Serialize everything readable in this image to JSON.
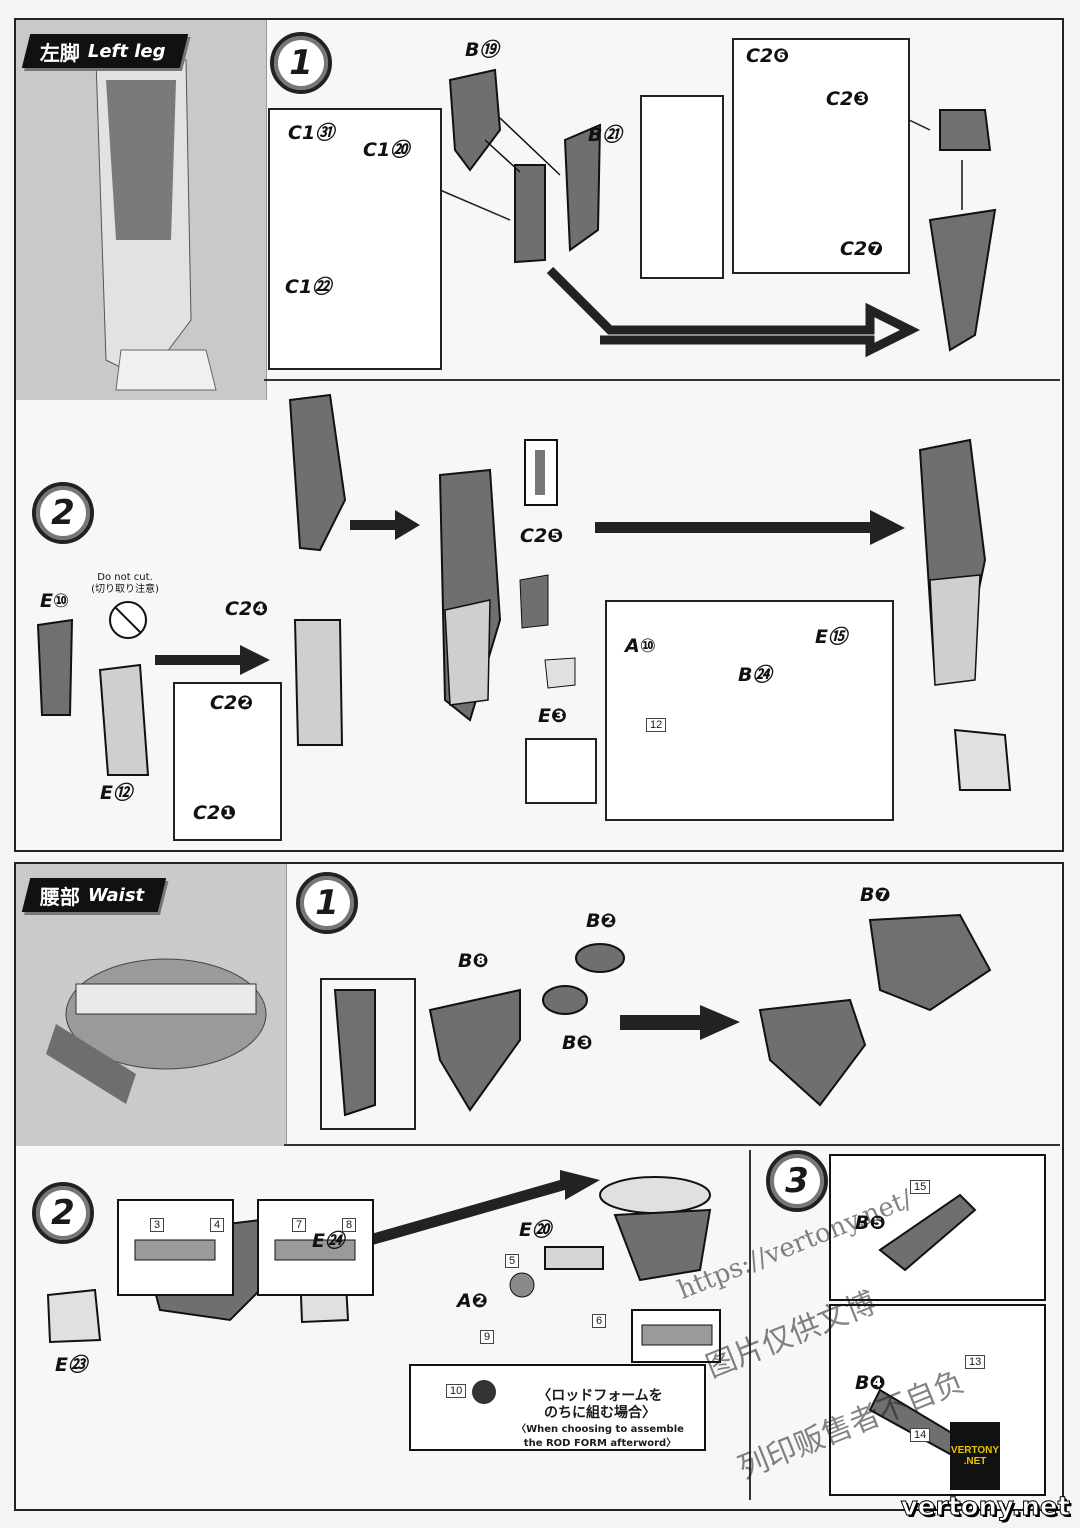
{
  "sections": {
    "leg": {
      "title_jp": "左脚",
      "title_en": "Left leg"
    },
    "waist": {
      "title_jp": "腰部",
      "title_en": "Waist"
    }
  },
  "steps": {
    "one": "1",
    "two": "2",
    "three": "3"
  },
  "parts": {
    "b19": "B⑲",
    "b21": "B㉑",
    "c2_6": "C2❻",
    "c2_3": "C2❸",
    "c2_7": "C2❼",
    "c1_31": "C1㉛",
    "c1_20": "C1⑳",
    "c1_22": "C1㉒",
    "e10": "E⑩",
    "e12": "E⑫",
    "c2_4": "C2❹",
    "c2_2": "C2❷",
    "c2_1": "C2❶",
    "c2_5": "C2❺",
    "e3": "E❸",
    "a10": "A⑩",
    "b24": "B㉔",
    "e15": "E⑮",
    "b7": "B❼",
    "b8": "B❽",
    "b2": "B❷",
    "b3": "B❸",
    "e20": "E⑳",
    "a2": "A❷",
    "e24": "E㉔",
    "e23": "E㉓",
    "b5": "B❺",
    "b4": "B❹"
  },
  "notes": {
    "do_not_cut_en": "Do not cut.",
    "do_not_cut_jp": "(切り取り注意)"
  },
  "seals": {
    "s12": "12",
    "s3": "3",
    "s4": "4",
    "s7": "7",
    "s8": "8",
    "s5": "5",
    "s6": "6",
    "s9": "9",
    "s10": "10",
    "s15": "15",
    "s13": "13",
    "s14": "14"
  },
  "rod_note": {
    "jp_line1": "〈ロッドフォームを",
    "jp_line2": "のちに組む場合〉",
    "en_line1": "〈When choosing to assemble",
    "en_line2": "the ROD FORM afterword〉"
  },
  "watermarks": {
    "url": "https://vertony.net/",
    "cn1": "图片仅供文博",
    "cn2": "列印贩售者不自负",
    "brand": "vertony.net",
    "badge_line1": "VERTONY",
    "badge_line2": ".NET"
  }
}
